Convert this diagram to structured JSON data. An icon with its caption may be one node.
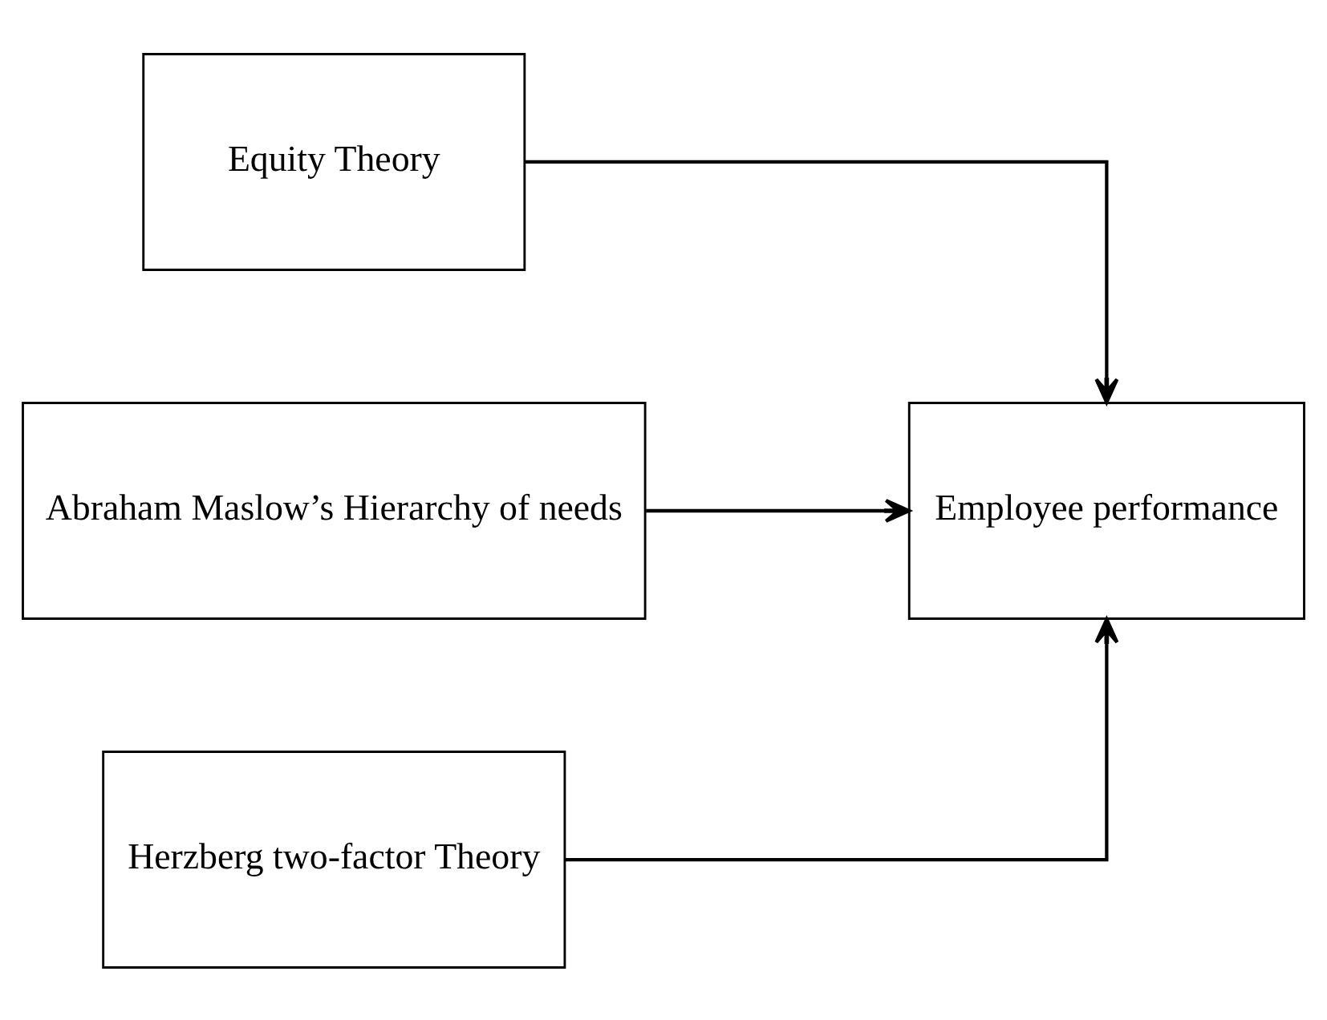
{
  "diagram": {
    "nodes": [
      {
        "text": [
          "Equity Theory"
        ]
      },
      {
        "text": [
          "Abraham Maslow’s Hierarchy of needs"
        ]
      },
      {
        "text": [
          "Herzberg two-factor Theory"
        ]
      },
      {
        "text": [
          "Employee performance"
        ]
      }
    ],
    "edges": [
      {
        "from": 0,
        "to": 3,
        "arrow": "to"
      },
      {
        "from": 1,
        "to": 3,
        "arrow": "to"
      },
      {
        "from": 2,
        "to": 3,
        "arrow": "to"
      }
    ]
  }
}
